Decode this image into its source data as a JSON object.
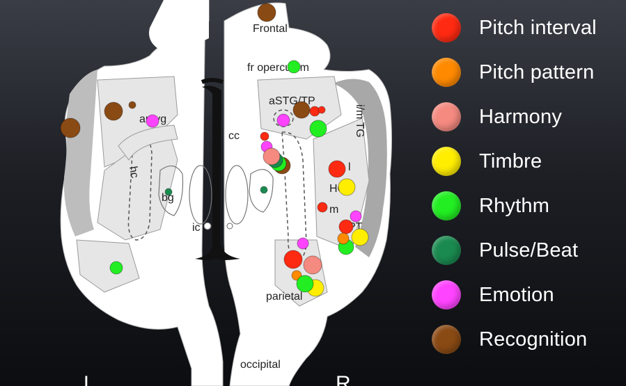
{
  "regions": {
    "frontal": "Frontal",
    "fr_operculum": "fr operculum",
    "astg_tp": "aSTG/TP",
    "im_tg": "i/m TG",
    "amyg": "amyg",
    "cc": "cc",
    "hc": "hc",
    "bg": "bg",
    "ic": "ic",
    "hg": "HG",
    "i": "l",
    "m": "m",
    "pt": "PT",
    "parietal": "parietal",
    "occipital": "occipital"
  },
  "sides": {
    "left": "L",
    "right": "R"
  },
  "legend": [
    {
      "label": "Pitch interval",
      "color": "#ff2a12"
    },
    {
      "label": "Pitch pattern",
      "color": "#ff8a00"
    },
    {
      "label": "Harmony",
      "color": "#f58a80"
    },
    {
      "label": "Timbre",
      "color": "#ffee00"
    },
    {
      "label": "Rhythm",
      "color": "#22ee22"
    },
    {
      "label": "Pulse/Beat",
      "color": "#1a8a50"
    },
    {
      "label": "Emotion",
      "color": "#ff44ff"
    },
    {
      "label": "Recognition",
      "color": "#8a4a14"
    }
  ]
}
